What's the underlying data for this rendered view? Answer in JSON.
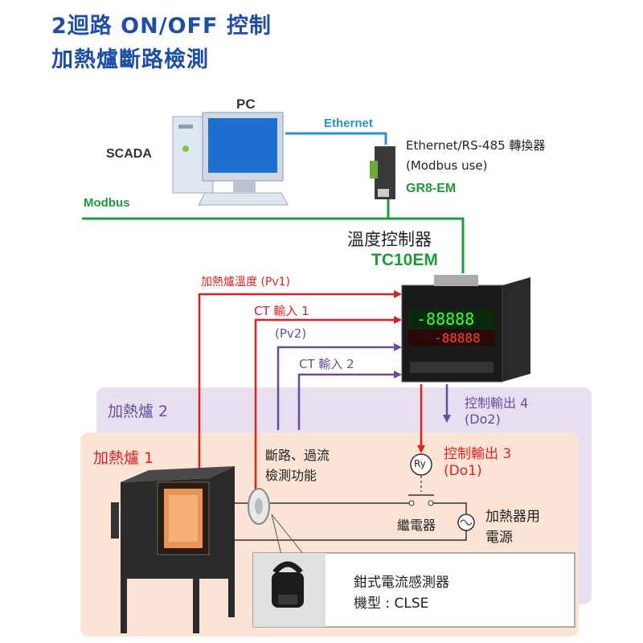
{
  "title": {
    "line1": "2迴路 ON/OFF 控制",
    "line2": "加熱爐斷路檢測"
  },
  "pc": {
    "label": "PC",
    "scada": "SCADA"
  },
  "network": {
    "ethernet": "Ethernet",
    "modbus": "Modbus"
  },
  "converter": {
    "desc": "Ethernet/RS-485 轉換器",
    "use": "(Modbus use)",
    "model": "GR8-EM"
  },
  "controller": {
    "name": "溫度控制器",
    "model": "TC10EM"
  },
  "signals": {
    "pv1": "加熱爐溫度 (Pv1)",
    "ct1": "CT 輸入 1",
    "pv2": "(Pv2)",
    "ct2": "CT 輸入 2",
    "out4_line1": "控制輸出 4",
    "out4_line2": "(Do2)",
    "out3_line1": "控制輸出 3",
    "out3_line2": "(Do1)"
  },
  "zones": {
    "furnace2": "加熱爐 2",
    "furnace1": "加熱爐 1"
  },
  "function": {
    "line1": "斷路、過流",
    "line2": "檢測功能"
  },
  "relay": {
    "symbol": "Ry",
    "label": "繼電器"
  },
  "power": {
    "line1": "加熱器用",
    "line2": "電源"
  },
  "sensor": {
    "line1": "鉗式電流感測器",
    "line2": "機型 : CLSE"
  },
  "colors": {
    "title": "#1f4ea8",
    "modbus": "#1e9a3a",
    "ethernet": "#2a8fd0",
    "loop1": "#e02020",
    "loop2": "#6a4c9c"
  }
}
